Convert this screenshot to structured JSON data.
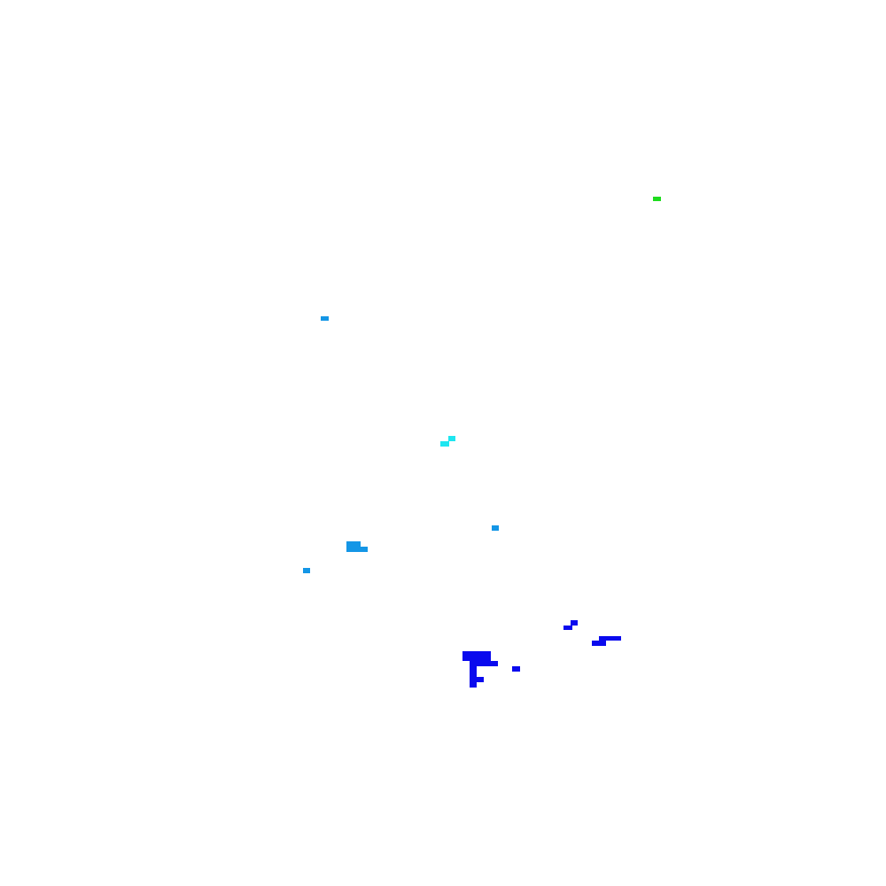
{
  "image": {
    "background": "#ffffff",
    "palette": {
      "green": "#1edc1e",
      "cyan": "#1ee6f0",
      "sky_blue": "#1496e6",
      "blue": "#0a0aee"
    },
    "clusters": [
      {
        "id": "green-speck",
        "color": "green"
      },
      {
        "id": "sky-blue-speck-upper-left",
        "color": "sky_blue"
      },
      {
        "id": "cyan-pair-center",
        "color": "cyan"
      },
      {
        "id": "sky-blue-speck-center",
        "color": "sky_blue"
      },
      {
        "id": "sky-blue-blob-left",
        "color": "sky_blue"
      },
      {
        "id": "sky-blue-speck-left",
        "color": "sky_blue"
      },
      {
        "id": "blue-flecks-right",
        "color": "blue"
      },
      {
        "id": "blue-streak-right",
        "color": "blue"
      },
      {
        "id": "blue-blob-main",
        "color": "blue"
      },
      {
        "id": "blue-speck-lower",
        "color": "blue"
      }
    ]
  }
}
